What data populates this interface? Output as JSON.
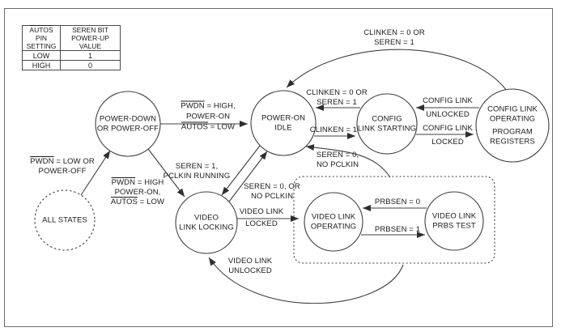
{
  "table": {
    "header_col1_ol": "AUTOS",
    "header_col1_rest": " PIN",
    "header_col1_line2": "SETTING",
    "header_col2_line1": "SEREN BIT",
    "header_col2_line2": "POWER-UP VALUE",
    "rows": [
      {
        "setting": "LOW",
        "value": "1"
      },
      {
        "setting": "HIGH",
        "value": "0"
      }
    ]
  },
  "states": {
    "power_down": {
      "l1": "POWER-DOWN",
      "l2": "OR POWER-OFF"
    },
    "all_states": {
      "l1": "ALL STATES"
    },
    "power_on_idle": {
      "l1": "POWER-ON",
      "l2": "IDLE"
    },
    "config_link_starting": {
      "l1": "CONFIG",
      "l2": "LINK STARTING"
    },
    "config_link_operating": {
      "l1": "CONFIG LINK",
      "l2": "OPERATING",
      "l3": "PROGRAM",
      "l4": "REGISTERS"
    },
    "video_link_locking": {
      "l1": "VIDEO",
      "l2": "LINK LOCKING"
    },
    "video_link_operating": {
      "l1": "VIDEO LINK",
      "l2": "OPERATING"
    },
    "video_link_prbs_test": {
      "l1": "VIDEO LINK",
      "l2": "PRBS TEST"
    }
  },
  "labels": {
    "all_states_to_power_down": {
      "l1ol": "PWDN",
      "l1": " = LOW OR",
      "l2": "POWER-OFF"
    },
    "power_down_to_idle": {
      "l1ol": "PWDN",
      "l1": " = HIGH,",
      "l2": "POWER-ON",
      "l3ol": "AUTOS",
      "l3": " = LOW"
    },
    "power_down_to_locking": {
      "l1ol": "PWDN",
      "l1": " = HIGH",
      "l2": "POWER-ON,",
      "l3ol": "AUTOS",
      "l3": " = LOW"
    },
    "idle_to_locking": {
      "l1": "SEREN = 1,",
      "l2": "PCLKIN RUNNING"
    },
    "locking_to_idle": {
      "l1": "SEREN = 0, OR",
      "l2": "NO PCLKIN"
    },
    "locking_to_group": {
      "l1": "VIDEO LINK",
      "l2": "LOCKED"
    },
    "group_to_idle": {
      "l1": "SEREN = 0,",
      "l2": "NO PCLKIN"
    },
    "idle_to_starting": {
      "l1": "CLINKEN = 1"
    },
    "starting_to_idle": {
      "l1": "CLINKEN = 0 OR",
      "l2": "SEREN = 1"
    },
    "starting_to_operating": {
      "l1": "CONFIG LINK",
      "l2": "LOCKED"
    },
    "operating_to_starting": {
      "l1": "CONFIG LINK",
      "l2": "UNLOCKED"
    },
    "operating_to_idle_arc": {
      "l1": "CLINKEN = 0 OR",
      "l2": "SEREN = 1"
    },
    "group_to_locking_arc": {
      "l1": "VIDEO LINK",
      "l2": "UNLOCKED"
    },
    "prbs_to_operating": {
      "l1": "PRBSEN = 0"
    },
    "operating_to_prbs": {
      "l1": "PRBSEN = 1"
    }
  },
  "colors": {
    "line": "#3f3f3f",
    "text": "#1a1a1a",
    "background": "#ffffff",
    "frame": "#6a6a6a"
  }
}
